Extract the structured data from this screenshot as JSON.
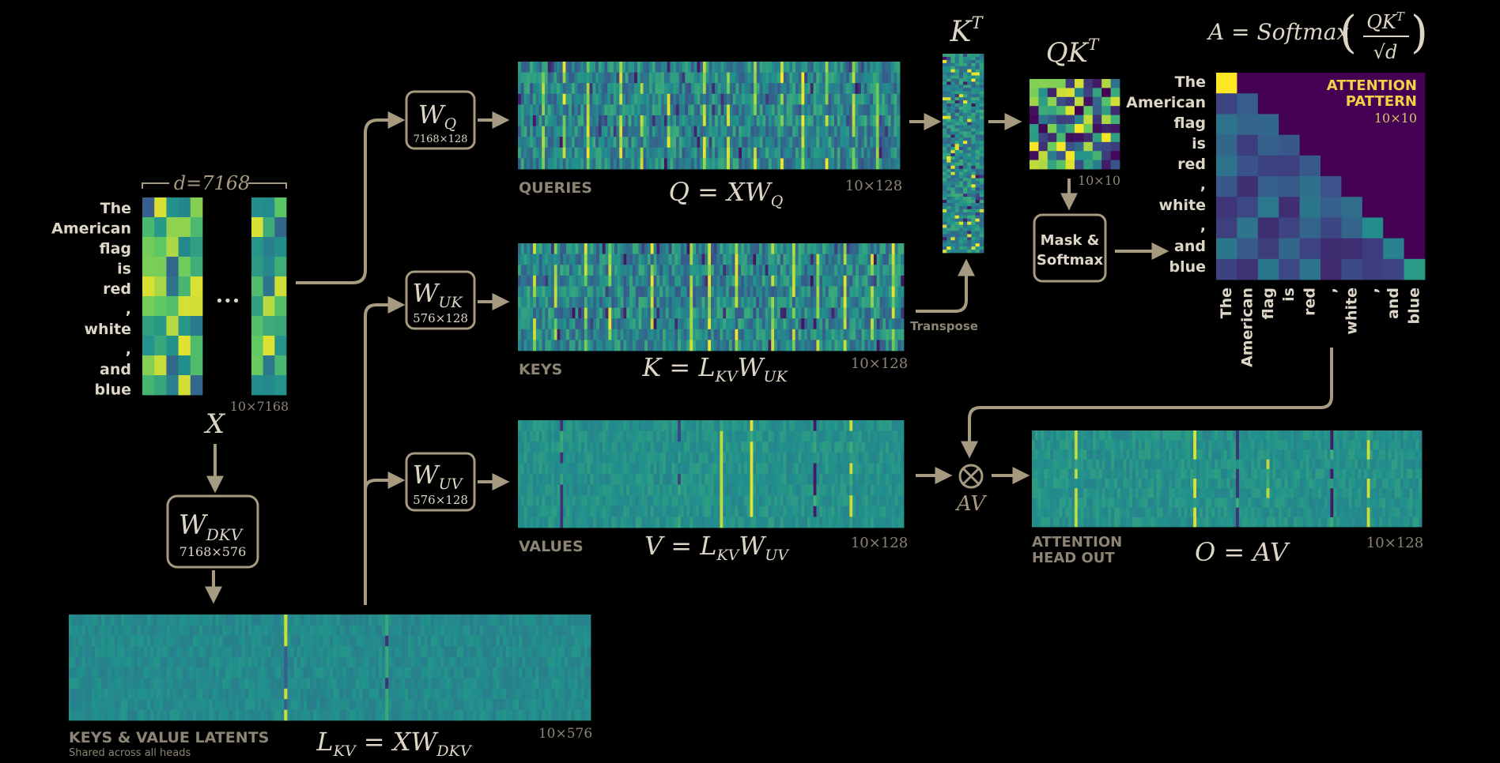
{
  "colors": {
    "background": "#000000",
    "ink": "#a69a80",
    "text": "#ddd6c6",
    "label": "#8c8474",
    "viridis_dark": "#3b1a64",
    "viridis_teal": "#1f8f8c",
    "viridis_yellow": "#f3e524"
  },
  "tokens": [
    "The",
    "American",
    "flag",
    "is",
    "red",
    ",",
    "white",
    ",",
    "and",
    "blue"
  ],
  "input": {
    "d_label": "d=7168",
    "ellipsis": "•••",
    "symbol": "X",
    "dims": "10×7168"
  },
  "w_dkv": {
    "main": "W",
    "sub": "DKV",
    "dims": "7168×576"
  },
  "w_q": {
    "main": "W",
    "sub": "Q",
    "dims": "7168×128"
  },
  "w_uk": {
    "main": "W",
    "sub": "UK",
    "dims": "576×128"
  },
  "w_uv": {
    "main": "W",
    "sub": "UV",
    "dims": "576×128"
  },
  "queries": {
    "label": "QUERIES",
    "eq_lhs": "Q",
    "eq_rhs": "XW",
    "eq_sub": "Q",
    "dims": "10×128"
  },
  "keys": {
    "label": "KEYS",
    "eq_lhs": "K",
    "eq_rhs_a": "L",
    "eq_sub_a": "KV",
    "eq_rhs_b": "W",
    "eq_sub_b": "UK",
    "dims": "10×128"
  },
  "values": {
    "label": "VALUES",
    "eq_lhs": "V",
    "eq_rhs_a": "L",
    "eq_sub_a": "KV",
    "eq_rhs_b": "W",
    "eq_sub_b": "UV",
    "dims": "10×128"
  },
  "latents": {
    "label": "KEYS & VALUE LATENTS",
    "sublabel": "Shared across all heads",
    "eq_lhs": "L",
    "eq_lhs_sub": "KV",
    "eq_rhs": "XW",
    "eq_sub": "DKV",
    "dims": "10×576"
  },
  "kt": {
    "main": "K",
    "sup": "T"
  },
  "transpose_label": "Transpose",
  "qkt": {
    "main": "QK",
    "sup": "T",
    "dims": "10×10"
  },
  "mask": {
    "line1": "Mask &",
    "line2": "Softmax"
  },
  "formula": {
    "lhs": "A = Softmax",
    "num": "QK",
    "num_sup": "T",
    "den": "√d"
  },
  "attention": {
    "title1": "ATTENTION",
    "title2": "PATTERN",
    "dims": "10×10"
  },
  "av_label": "AV",
  "otimes": "⊗",
  "output": {
    "label1": "ATTENTION",
    "label2": "HEAD OUT",
    "eq": "O = AV",
    "dims": "10×128"
  }
}
